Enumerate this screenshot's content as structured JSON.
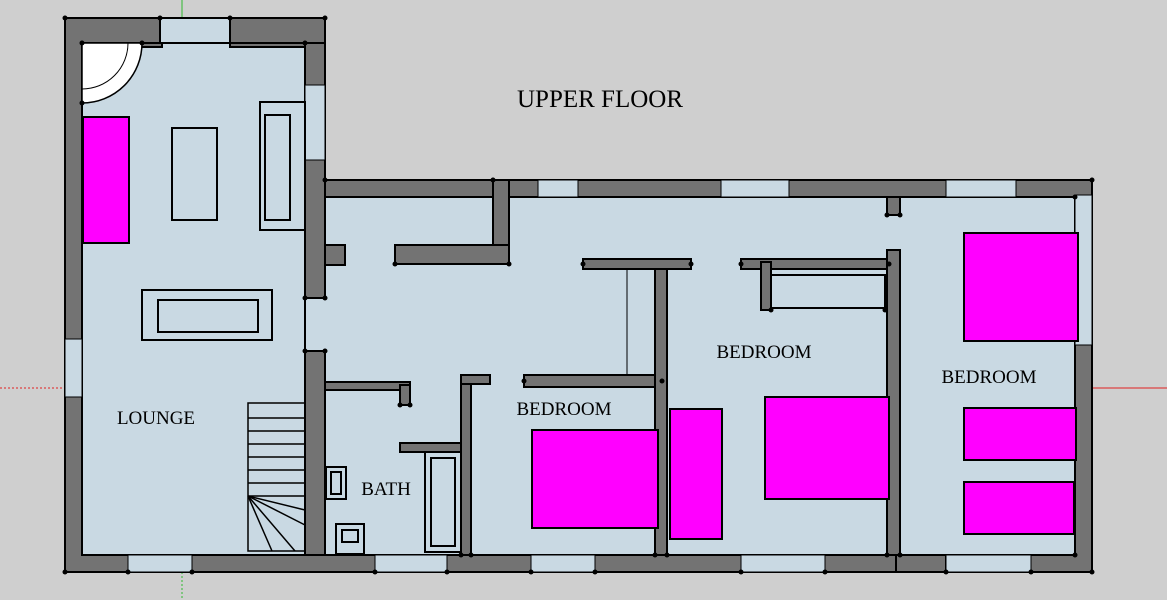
{
  "plan": {
    "title": "UPPER FLOOR",
    "rooms": {
      "lounge": "LOUNGE",
      "bath": "BATH",
      "bedroom_a": "BEDROOM",
      "bedroom_b": "BEDROOM",
      "bedroom_c": "BEDROOM"
    }
  },
  "colors": {
    "background": "#cfcfcf",
    "floor": "#c9d9e3",
    "wall": "#737373",
    "window": "#c9d9e3",
    "furniture": "#ff00ff",
    "outline": "#000000",
    "axis_green": "#2fb82f",
    "axis_red": "#e02020"
  }
}
